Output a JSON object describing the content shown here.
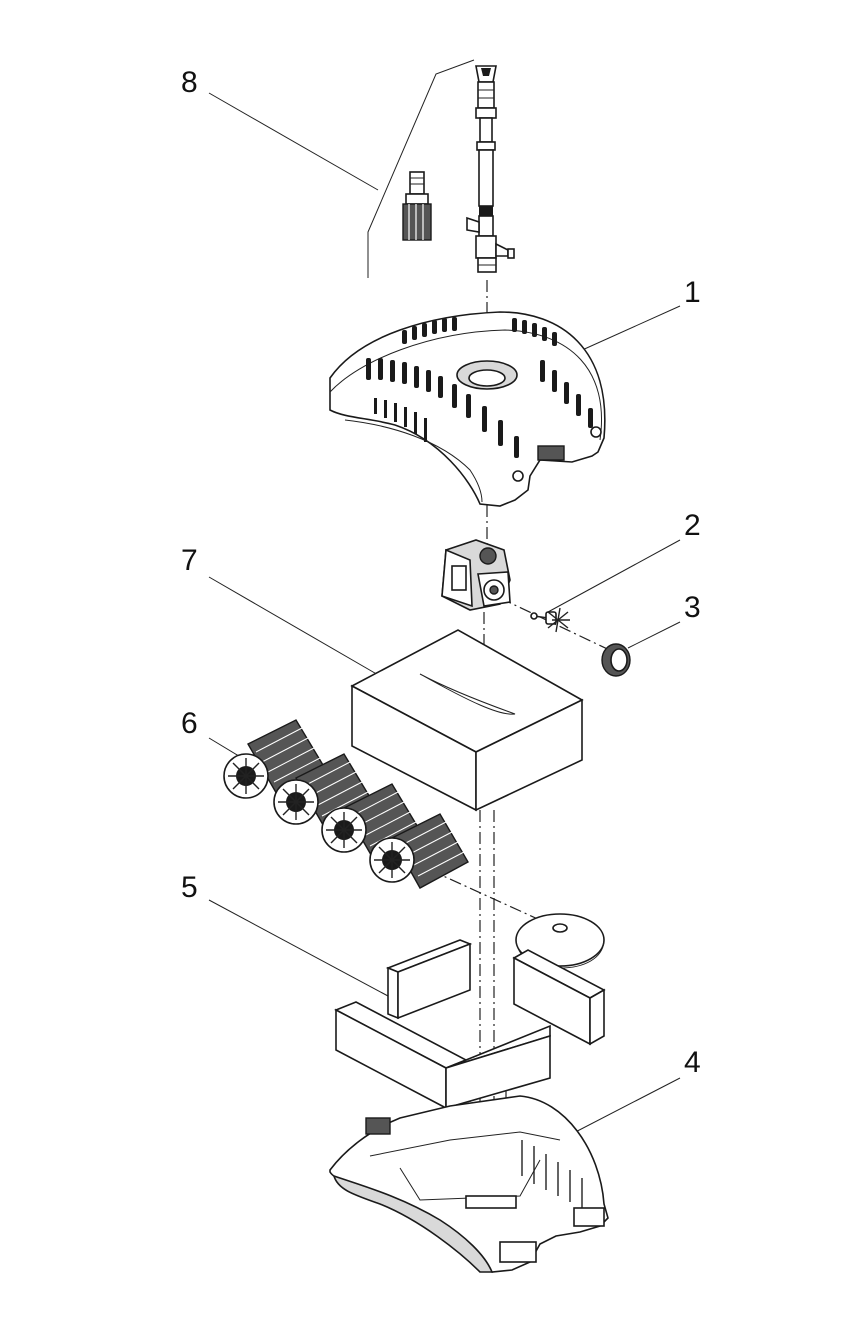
{
  "callouts": {
    "c1": "1",
    "c2": "2",
    "c3": "3",
    "c4": "4",
    "c5": "5",
    "c6": "6",
    "c7": "7",
    "c8": "8"
  },
  "colors": {
    "line": "#1a1a1a",
    "background": "#ffffff",
    "shade": "#d9d9d9"
  }
}
